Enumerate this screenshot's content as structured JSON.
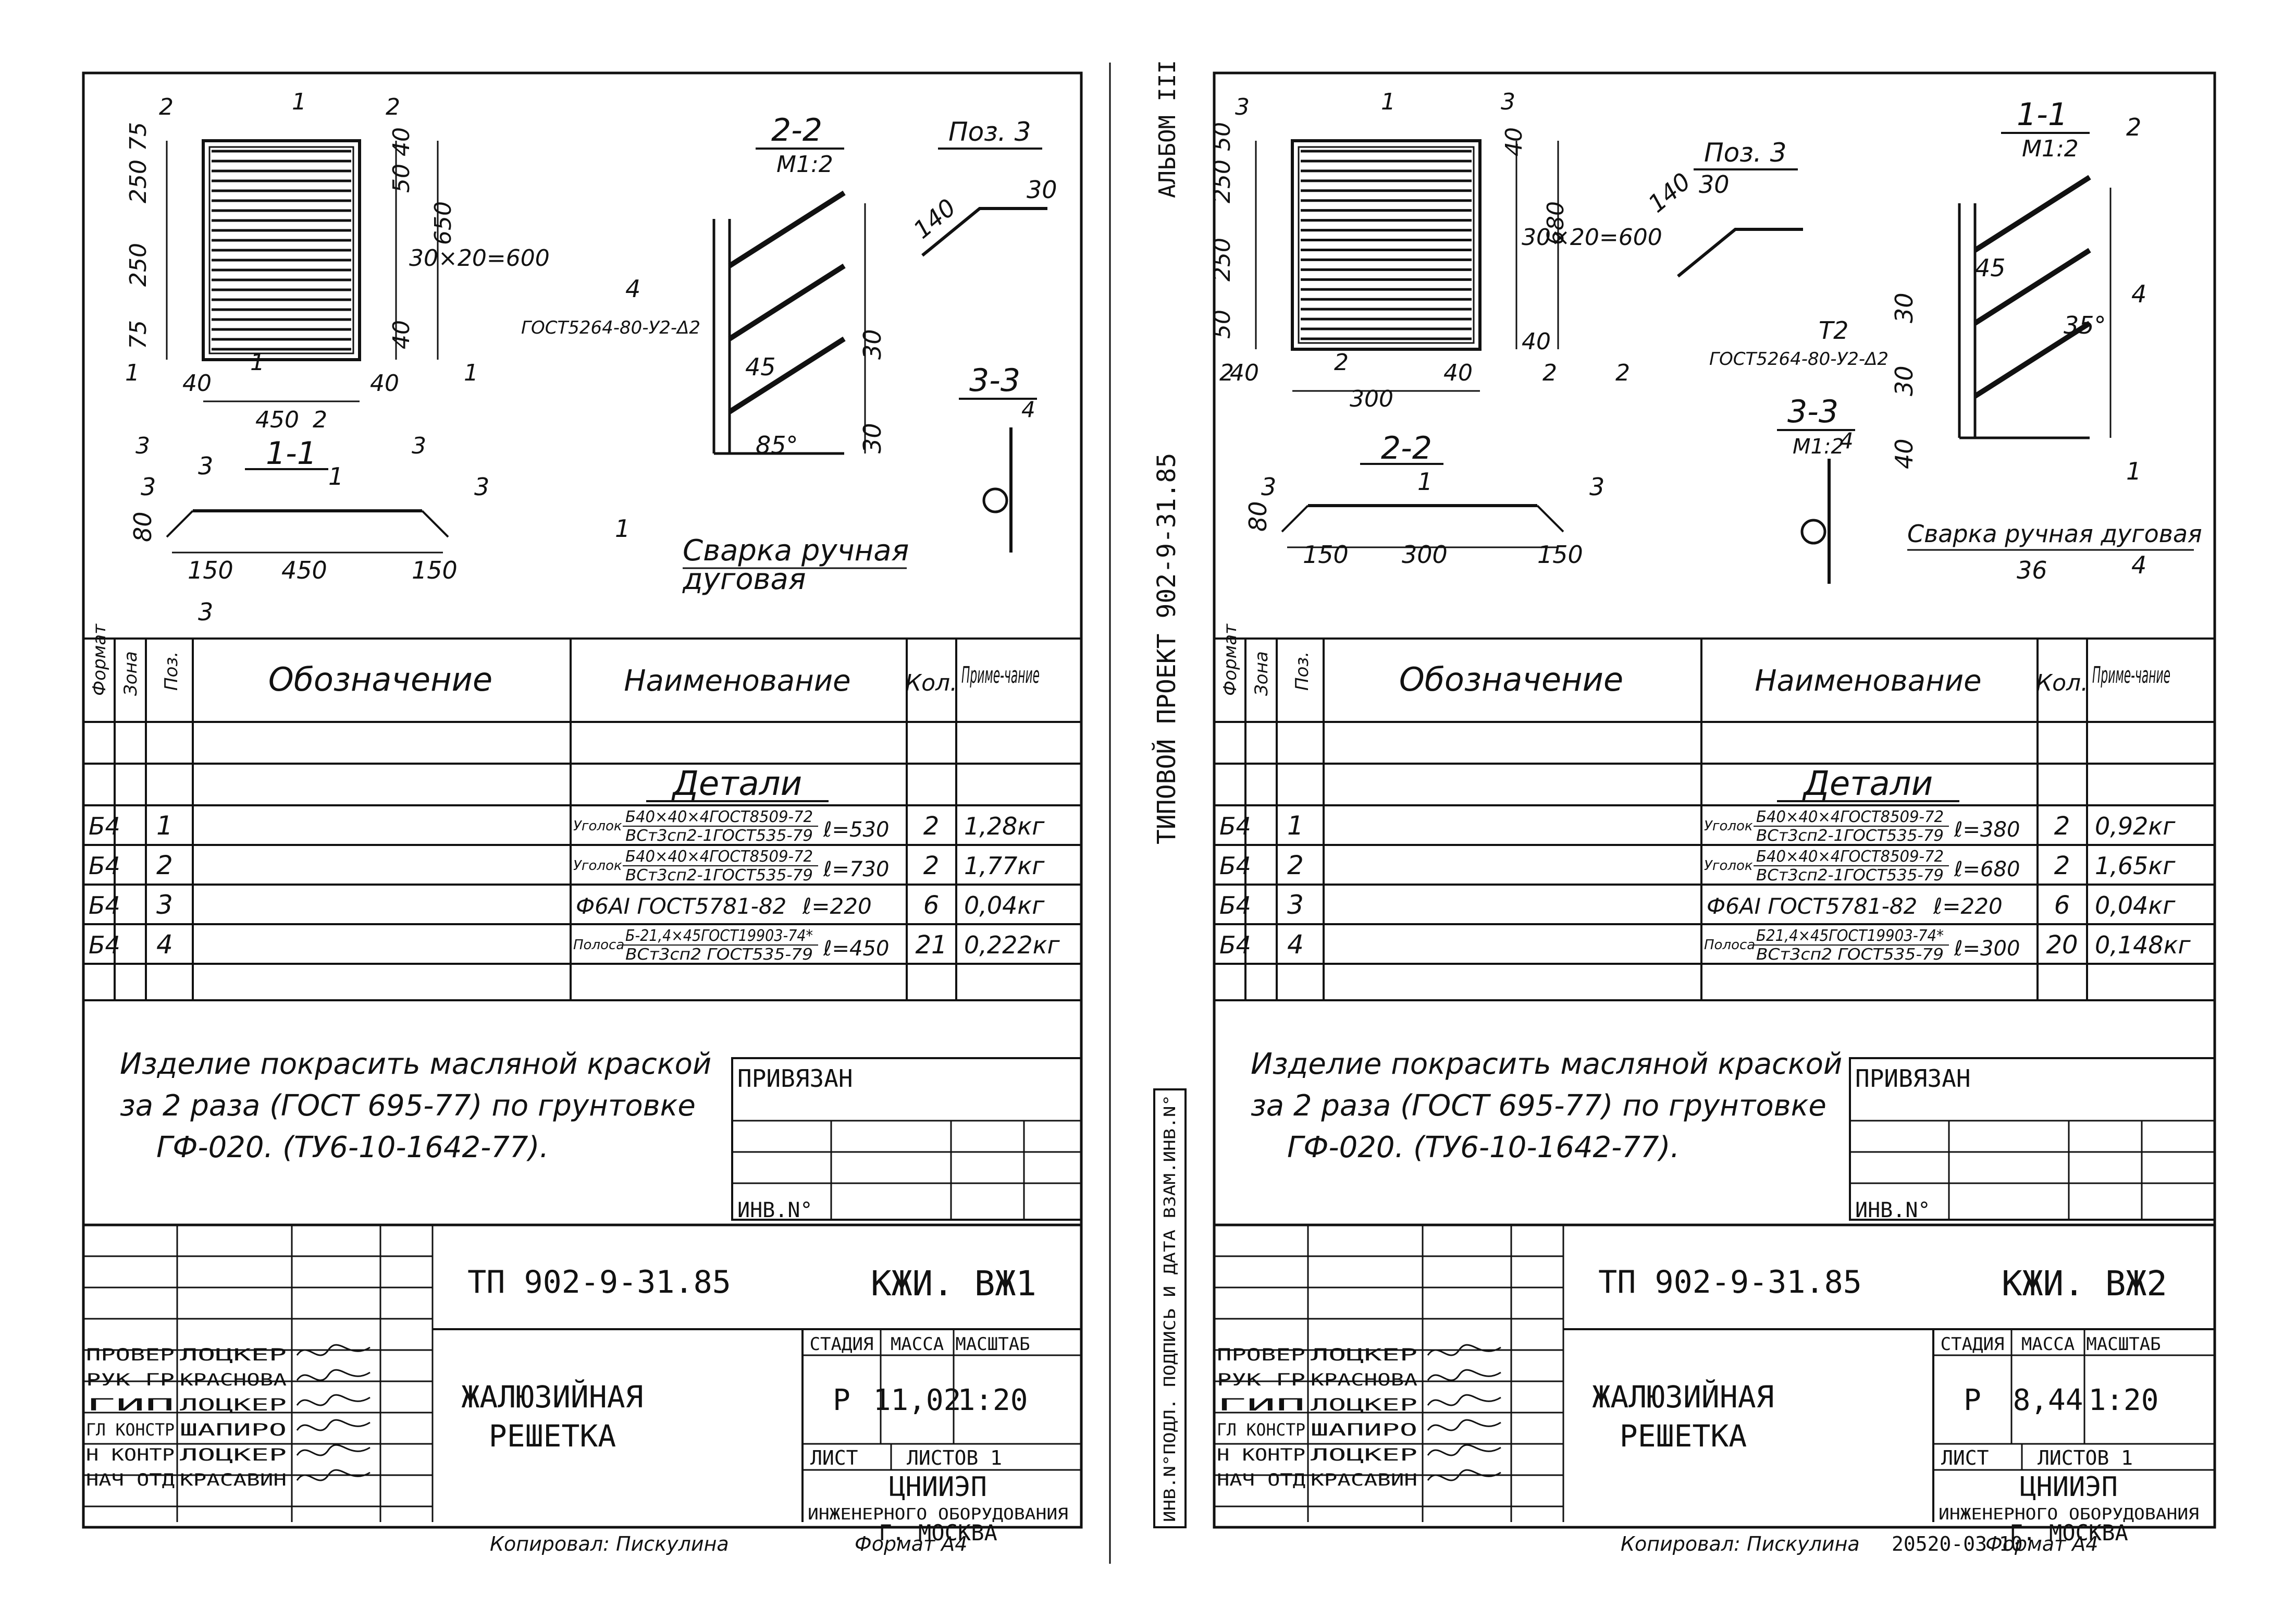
{
  "sheets": [
    {
      "album_label": "",
      "drawing": {
        "plan_labels": [
          "2",
          "1",
          "2",
          "75",
          "250",
          "250",
          "75",
          "40",
          "50",
          "30×20=600",
          "40",
          "650",
          "1",
          "1",
          "40",
          "450",
          "2",
          "40",
          "1",
          "3",
          "3"
        ],
        "section_a": {
          "title": "1-1",
          "labels": [
            "3",
            "3",
            "1",
            "3",
            "80",
            "150",
            "450",
            "150",
            "3"
          ]
        },
        "section_b": {
          "title": "2-2",
          "scale": "М1:2",
          "labels": [
            "4",
            "ГОСТ5264-80-У2-Δ2",
            "45",
            "30",
            "30",
            "85°",
            "1"
          ]
        },
        "section_c": {
          "title": "3-3",
          "labels": [
            "4"
          ]
        },
        "pos3": {
          "title": "Поз. 3",
          "dims": [
            "30",
            "140"
          ]
        },
        "weld_note": [
          "Сварка ручная",
          "дуговая"
        ]
      },
      "spec": {
        "headers": [
          "Формат",
          "Зона",
          "Поз.",
          "Обозначение",
          "Наименование",
          "Кол.",
          "Приме-чание"
        ],
        "section_title": "Детали",
        "rows": [
          {
            "format": "Б4",
            "pos": "1",
            "name_prefix": "Уголок",
            "name_top": "Б40×40×4ГОСТ8509-72",
            "name_bot": "ВСт3сп2-1ГОСТ535-79",
            "length": "ℓ=530",
            "qty": "2",
            "note": "1,28кг"
          },
          {
            "format": "Б4",
            "pos": "2",
            "name_prefix": "Уголок",
            "name_top": "Б40×40×4ГОСТ8509-72",
            "name_bot": "ВСт3сп2-1ГОСТ535-79",
            "length": "ℓ=730",
            "qty": "2",
            "note": "1,77кг"
          },
          {
            "format": "Б4",
            "pos": "3",
            "name_prefix": "",
            "name_top": "Ф6АI ГОСТ5781-82",
            "name_bot": "",
            "length": "ℓ=220",
            "qty": "6",
            "note": "0,04кг"
          },
          {
            "format": "Б4",
            "pos": "4",
            "name_prefix": "Полоса",
            "name_top": "Б-21,4×45ГОСТ19903-74*",
            "name_bot": "ВСт3сп2 ГОСТ535-79",
            "length": "ℓ=450",
            "qty": "21",
            "note": "0,222кг"
          }
        ]
      },
      "paint_note": [
        "Изделие покрасить масляной краской",
        "за 2 раза (ГОСТ 695-77) по грунтовке",
        "ГФ-020. (ТУ6-10-1642-77)."
      ],
      "bound": {
        "title": "ПРИВЯЗАН",
        "inv": "ИНВ.N°"
      },
      "title_block": {
        "project": "ТП 902-9-31.85",
        "code": "КЖИ. ВЖ1",
        "name": [
          "ЖАЛЮЗИЙНАЯ",
          "РЕШЕТКА"
        ],
        "stage_h": "СТАДИЯ",
        "mass_h": "МАССА",
        "scale_h": "МАСШТАБ",
        "stage": "Р",
        "mass": "11,02",
        "scale": "1:20",
        "sheet": "ЛИСТ",
        "sheets": "ЛИСТОВ 1",
        "org": [
          "ЦНИИЭП",
          "ИНЖЕНЕРНОГО ОБОРУДОВАНИЯ",
          "Г. МОСКВА"
        ],
        "people": [
          {
            "role": "ПРОВЕР",
            "name": "ЛОЦКЕР"
          },
          {
            "role": "РУК ГР",
            "name": "КРАСНОВА"
          },
          {
            "role": "ГИП",
            "name": "ЛОЦКЕР"
          },
          {
            "role": "ГЛ КОНСТР",
            "name": "ШАПИРО"
          },
          {
            "role": "Н КОНТР",
            "name": "ЛОЦКЕР"
          },
          {
            "role": "НАЧ ОТД",
            "name": "КРАСАВИН"
          }
        ]
      },
      "footer": {
        "copied": "Копировал: Пискулина",
        "format": "Формат А4"
      }
    },
    {
      "album_label": "АЛЬБОМ III",
      "drawing": {
        "plan_labels": [
          "3",
          "1",
          "3",
          "50",
          "250",
          "250",
          "50",
          "40",
          "30×20=600",
          "680",
          "40",
          "2",
          "2",
          "40",
          "300",
          "40",
          "2",
          "2"
        ],
        "section_a": {
          "title": "2-2",
          "labels": [
            "3",
            "1",
            "3",
            "80",
            "150",
            "300",
            "150"
          ]
        },
        "section_b": {
          "title": "1-1",
          "scale": "М1:2",
          "labels": [
            "2",
            "45",
            "4",
            "35°",
            "Т2",
            "ГОСТ5264-80-У2-Δ2",
            "30",
            "30",
            "40",
            "1",
            "36",
            "4"
          ]
        },
        "section_c": {
          "title": "3-3",
          "scale": "М1:2",
          "labels": [
            "4"
          ]
        },
        "pos3": {
          "title": "Поз. 3",
          "dims": [
            "140",
            "30"
          ]
        },
        "weld_note": [
          "Сварка ручная дуговая"
        ]
      },
      "spec": {
        "headers": [
          "Формат",
          "Зона",
          "Поз.",
          "Обозначение",
          "Наименование",
          "Кол.",
          "Приме-чание"
        ],
        "section_title": "Детали",
        "rows": [
          {
            "format": "Б4",
            "pos": "1",
            "name_prefix": "Уголок",
            "name_top": "Б40×40×4ГОСТ8509-72",
            "name_bot": "ВСт3сп2-1ГОСТ535-79",
            "length": "ℓ=380",
            "qty": "2",
            "note": "0,92кг"
          },
          {
            "format": "Б4",
            "pos": "2",
            "name_prefix": "Уголок",
            "name_top": "Б40×40×4ГОСТ8509-72",
            "name_bot": "ВСт3сп2-1ГОСТ535-79",
            "length": "ℓ=680",
            "qty": "2",
            "note": "1,65кг"
          },
          {
            "format": "Б4",
            "pos": "3",
            "name_prefix": "",
            "name_top": "Ф6АI ГОСТ5781-82",
            "name_bot": "",
            "length": "ℓ=220",
            "qty": "6",
            "note": "0,04кг"
          },
          {
            "format": "Б4",
            "pos": "4",
            "name_prefix": "Полоса",
            "name_top": "Б21,4×45ГОСТ19903-74*",
            "name_bot": "ВСт3сп2 ГОСТ535-79",
            "length": "ℓ=300",
            "qty": "20",
            "note": "0,148кг"
          }
        ]
      },
      "paint_note": [
        "Изделие покрасить масляной краской",
        "за 2 раза (ГОСТ 695-77) по грунтовке",
        "ГФ-020. (ТУ6-10-1642-77)."
      ],
      "bound": {
        "title": "ПРИВЯЗАН",
        "inv": "ИНВ.N°"
      },
      "title_block": {
        "project": "ТП 902-9-31.85",
        "code": "КЖИ. ВЖ2",
        "name": [
          "ЖАЛЮЗИЙНАЯ",
          "РЕШЕТКА"
        ],
        "stage_h": "СТАДИЯ",
        "mass_h": "МАССА",
        "scale_h": "МАСШТАБ",
        "stage": "Р",
        "mass": "8,44",
        "scale": "1:20",
        "sheet": "ЛИСТ",
        "sheets": "ЛИСТОВ 1",
        "org": [
          "ЦНИИЭП",
          "ИНЖЕНЕРНОГО ОБОРУДОВАНИЯ",
          "Г. МОСКВА"
        ],
        "people": [
          {
            "role": "ПРОВЕР",
            "name": "ЛОЦКЕР"
          },
          {
            "role": "РУК ГР",
            "name": "КРАСНОВА"
          },
          {
            "role": "ГИП",
            "name": "ЛОЦКЕР"
          },
          {
            "role": "ГЛ КОНСТР",
            "name": "ШАПИРО"
          },
          {
            "role": "Н КОНТР",
            "name": "ЛОЦКЕР"
          },
          {
            "role": "НАЧ ОТД",
            "name": "КРАСАВИН"
          }
        ]
      },
      "footer": {
        "copied": "Копировал: Пискулина",
        "format": "Формат А4",
        "extra": "20520-03 10"
      }
    }
  ],
  "side_stamp": {
    "series": "ТИПОВОЙ ПРОЕКТ 902-9-31.85",
    "stamp": "ИНВ.N°ПОДЛ.  ПОДПИСЬ И ДАТА  ВЗАМ.ИНВ.N°"
  }
}
